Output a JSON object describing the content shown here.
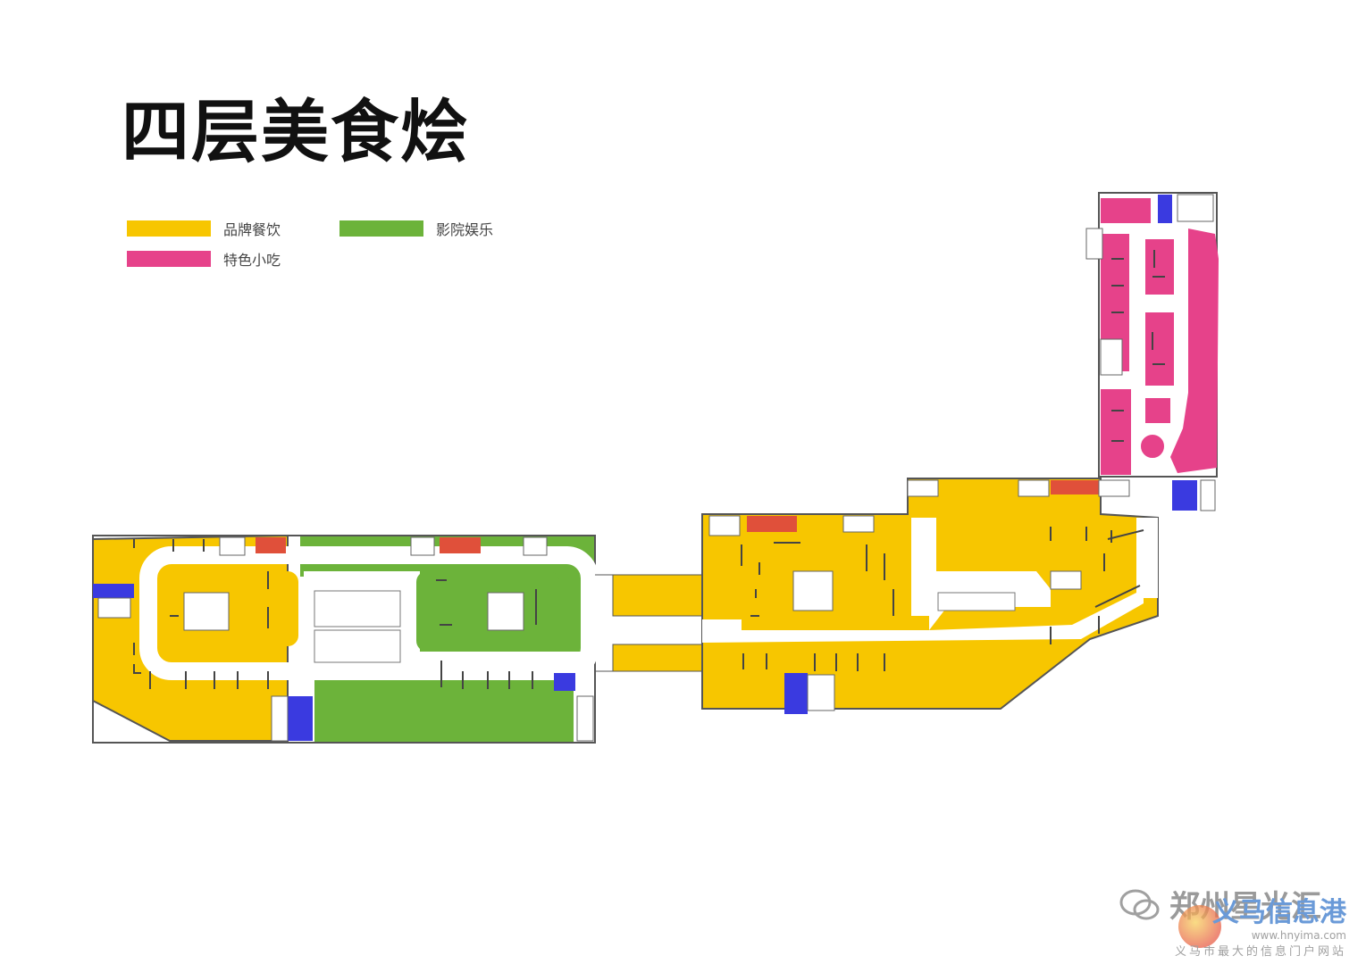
{
  "title": "四层美食烩",
  "legend": [
    {
      "label": "品牌餐饮",
      "color": "#f7c600"
    },
    {
      "label": "影院娱乐",
      "color": "#6cb33a"
    },
    {
      "label": "特色小吃",
      "color": "#e6428a"
    }
  ],
  "colors": {
    "brand_dining": "#f7c600",
    "cinema": "#6cb33a",
    "snack": "#e6428a",
    "core": "#3a3ae0",
    "service": "#e0503a",
    "corridor": "#ffffff",
    "wall": "#555555"
  },
  "watermark": {
    "account": "郑州星光汇",
    "brand": "义马信息港",
    "url": "www.hnyima.com",
    "slogan": "义马市最大的信息门户网站",
    "icon": "wechat-icon"
  }
}
